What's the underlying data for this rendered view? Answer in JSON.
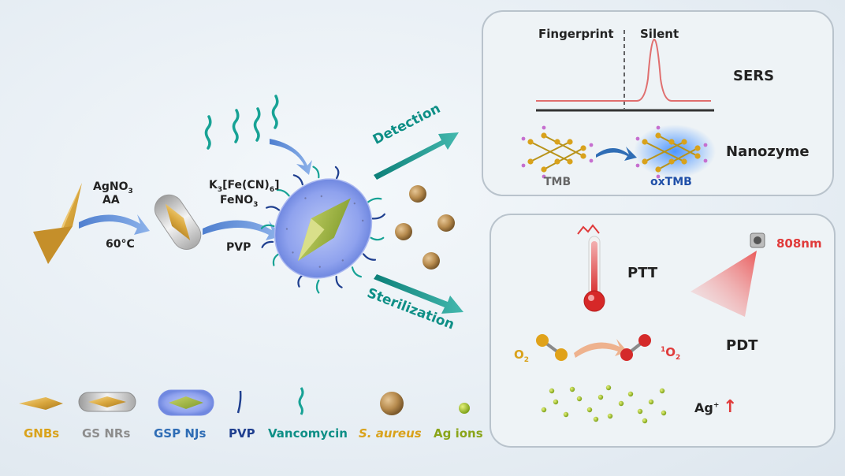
{
  "reaction1": {
    "line1": "AgNO",
    "line1_sub": "3",
    "line2": "AA",
    "temp": "60°C"
  },
  "reaction2": {
    "k": "K",
    "k_sub": "3",
    "formula_rest": "[Fe(CN)",
    "cn_sub": "6",
    "close": "]",
    "line2": "FeNO",
    "line2_sub": "3",
    "pvp": "PVP"
  },
  "arrows": {
    "detection": "Detection",
    "sterilization": "Sterilization"
  },
  "sers_panel": {
    "fingerprint": "Fingerprint",
    "silent": "Silent",
    "sers": "SERS",
    "nanozyme": "Nanozyme",
    "tmb": "TMB",
    "oxtmb": "oxTMB"
  },
  "therapy_panel": {
    "laser": "808nm",
    "ptt": "PTT",
    "pdt": "PDT",
    "o2": "O",
    "o2_sub": "2",
    "singlet_sup": "1",
    "singlet": "O",
    "singlet_sub": "2",
    "ag": "Ag",
    "ag_sup": "+",
    "up_arrow": "↑"
  },
  "legend": [
    {
      "label": "GNBs",
      "color": "#d9a21b"
    },
    {
      "label": "GS NRs",
      "color": "#8d8d8d"
    },
    {
      "label": "GSP NJs",
      "color": "#2f6db5"
    },
    {
      "label": "PVP",
      "color": "#1f3f8f"
    },
    {
      "label": "Vancomycin",
      "color": "#0e8f86"
    },
    {
      "label": "S. aureus",
      "color": "#d9a21b"
    },
    {
      "label": "Ag ions",
      "color": "#8aa51a"
    }
  ],
  "colors": {
    "teal": "#0e8f86",
    "gold": "#d9a21b",
    "red": "#e03a3a",
    "blue": "#2f6db5"
  }
}
